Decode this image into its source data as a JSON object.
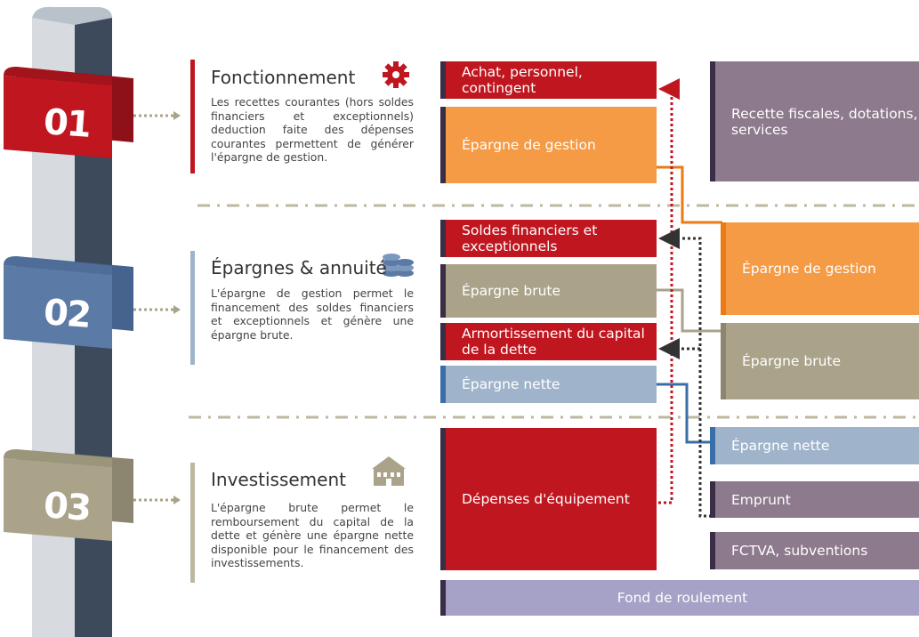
{
  "steps": [
    {
      "number": "01",
      "title": "Fonctionnement",
      "description": "Les recettes courantes (hors soldes financiers et exceptionnels) deduction faite des dépenses courantes permettent de générer l'épargne de gestion.",
      "icon": "gear-icon",
      "color": "#c0161f"
    },
    {
      "number": "02",
      "title": "Épargnes & annuité",
      "description": "L'épargne de gestion permet le financement des soldes financiers et exceptionnels et génère une épargne brute.",
      "icon": "coins-icon",
      "color": "#5b7aa5"
    },
    {
      "number": "03",
      "title": "Investissement",
      "description": "L'épargne brute permet le remboursement du capital de la dette et génère une épargne nette disponible pour le financement des investissements.",
      "icon": "building-icon",
      "color": "#aaa38a"
    }
  ],
  "left_blocks": {
    "achat": "Achat, personnel, contingent",
    "epargne_gestion": "Épargne de gestion",
    "soldes": "Soldes financiers et exceptionnels",
    "epargne_brute": "Épargne brute",
    "armortissement": "Armortissement du capital de la dette",
    "epargne_nette": "Épargne nette",
    "depenses": "Dépenses d'équipement"
  },
  "right_blocks": {
    "recette": "Recette fiscales, dotations, services",
    "epargne_gestion": "Épargne de gestion",
    "epargne_brute": "Épargne brute",
    "epargne_nette": "Épargne nette",
    "emprunt": "Emprunt",
    "fctva": "FCTVA, subventions"
  },
  "bottom_block": "Fond de roulement",
  "colors": {
    "red": "#c0161f",
    "orange": "#f59a45",
    "orange_dark": "#e87b14",
    "mauve": "#8d7a8c",
    "olive": "#aaa38a",
    "light_blue": "#9fb4cb",
    "blue_line": "#3a6ea8",
    "lavender": "#a6a1c6",
    "dark_marker": "#3a2d46"
  }
}
